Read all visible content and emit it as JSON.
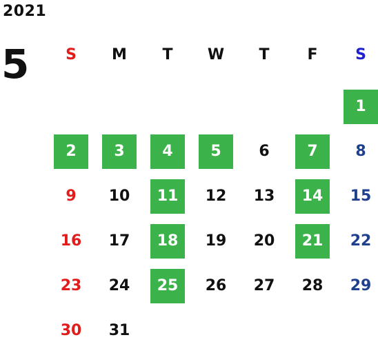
{
  "year": "2021",
  "month": "5",
  "weekdays": [
    "S",
    "M",
    "T",
    "W",
    "T",
    "F",
    "S"
  ],
  "weeks": [
    [
      null,
      null,
      null,
      null,
      null,
      null,
      1
    ],
    [
      2,
      3,
      4,
      5,
      6,
      7,
      8
    ],
    [
      9,
      10,
      11,
      12,
      13,
      14,
      15
    ],
    [
      16,
      17,
      18,
      19,
      20,
      21,
      22
    ],
    [
      23,
      24,
      25,
      26,
      27,
      28,
      29
    ],
    [
      30,
      31,
      null,
      null,
      null,
      null,
      null
    ]
  ],
  "highlighted_days": [
    1,
    2,
    3,
    4,
    5,
    7,
    11,
    14,
    18,
    21,
    25
  ],
  "colors": {
    "highlight": "#3cb34a",
    "sunday": "#e21b1b",
    "saturday": "#1f3f8f",
    "saturday_header": "#1f1fd0",
    "text": "#111111",
    "highlight_text": "#ffffff"
  }
}
